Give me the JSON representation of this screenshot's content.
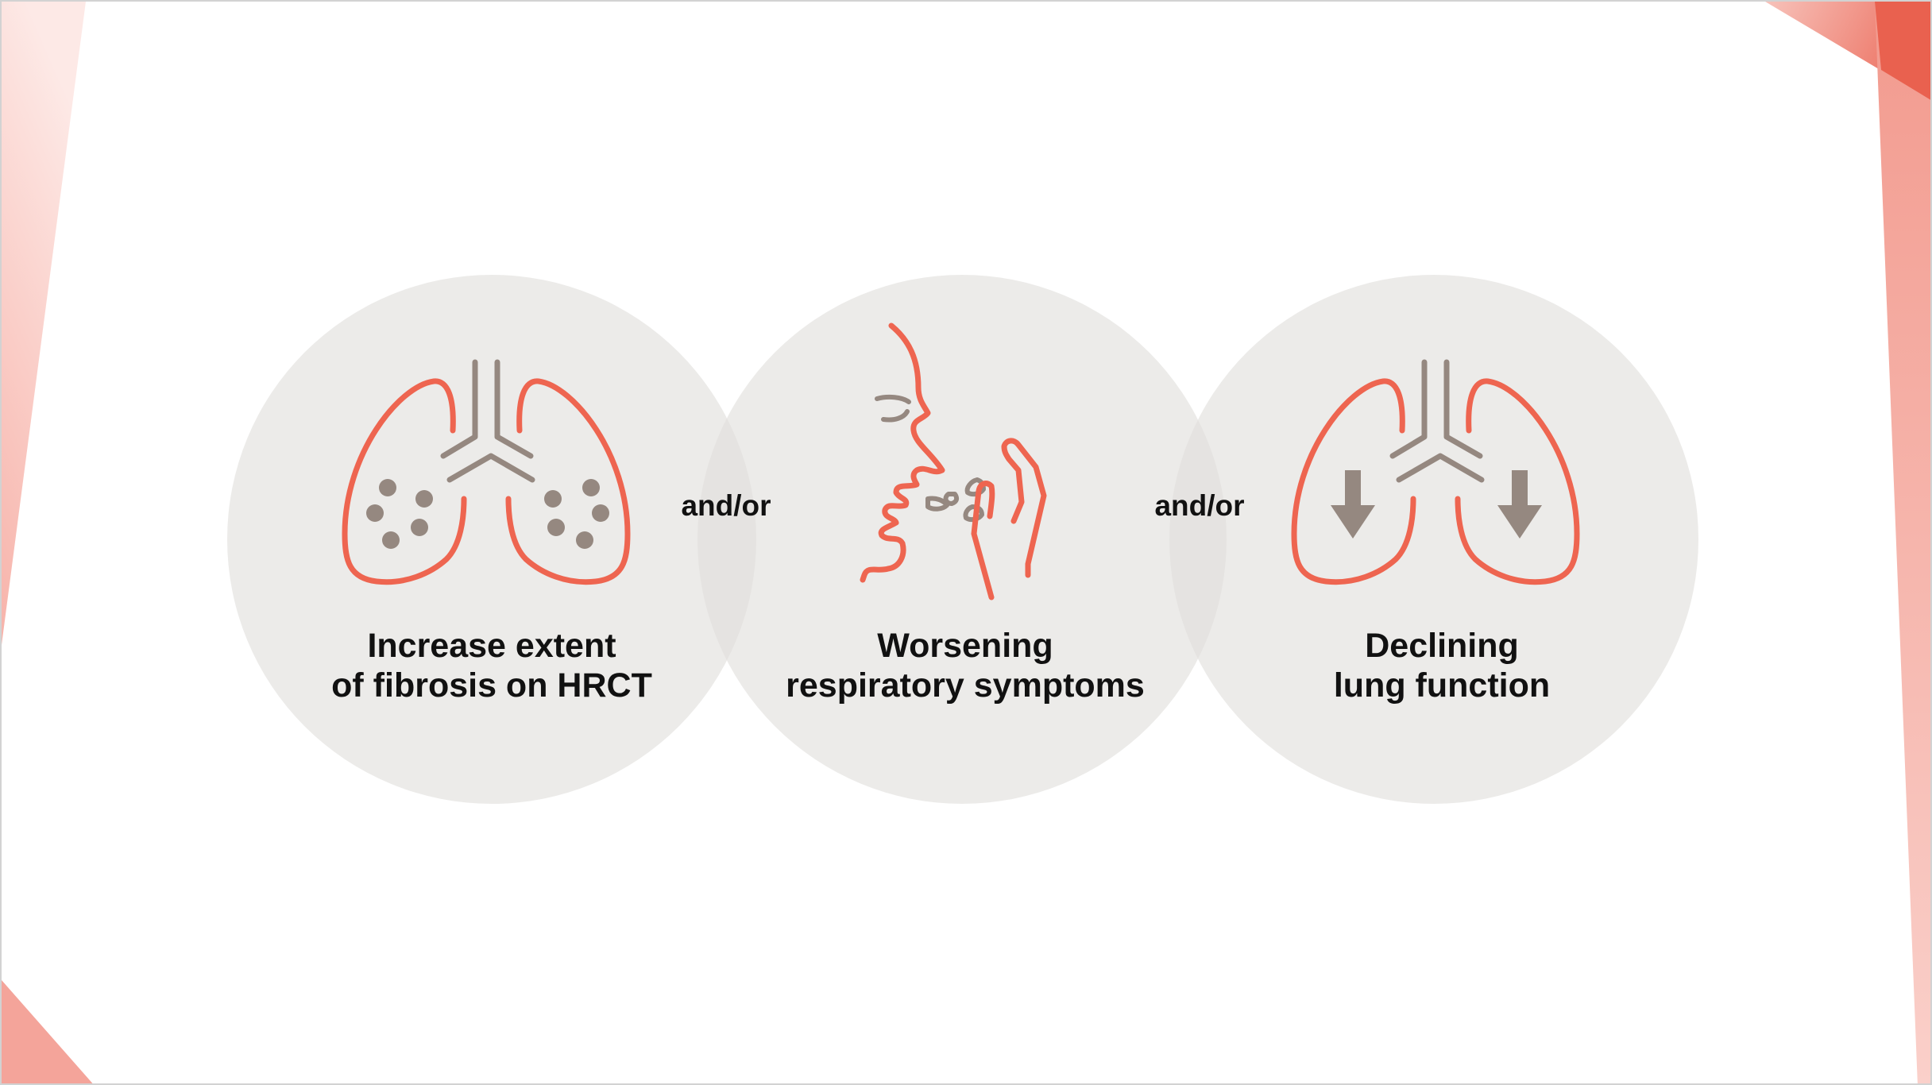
{
  "colors": {
    "accent": "#ee6550",
    "icon_grey": "#958880",
    "circle_fill": "#e1dedc",
    "text": "#111111",
    "decor_red": "#ed6552",
    "decor_pink": "#f7b3aa"
  },
  "items": [
    {
      "id": "fibrosis",
      "icon": "lungs-fibrosis-dots-icon",
      "line1": "Increase extent",
      "line2": "of fibrosis on HRCT"
    },
    {
      "id": "symptoms",
      "icon": "face-cough-hand-icon",
      "line1": "Worsening",
      "line2": "respiratory symptoms"
    },
    {
      "id": "function",
      "icon": "lungs-declining-arrows-icon",
      "line1": "Declining",
      "line2": "lung function"
    }
  ],
  "connectors": [
    "and/or",
    "and/or"
  ]
}
